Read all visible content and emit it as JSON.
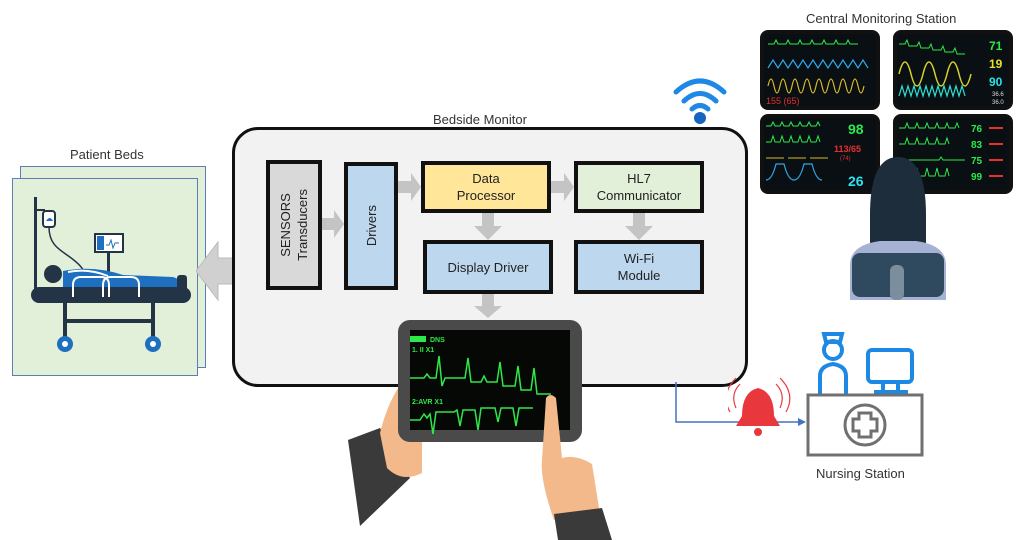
{
  "title": "Bedside monitoring system architecture",
  "patient_beds": {
    "label": "Patient Beds"
  },
  "bedside_monitor": {
    "label": "Bedside Monitor",
    "blocks": {
      "sensors": "SENSORS Transducers",
      "sensors_line1": "SENSORS",
      "sensors_line2": "Transducers",
      "drivers": "Drivers",
      "data_processor_line1": "Data",
      "data_processor_line2": "Processor",
      "hl7_line1": "HL7",
      "hl7_line2": "Communicator",
      "display_driver": "Display Driver",
      "wifi_line1": "Wi-Fi",
      "wifi_line2": "Module"
    }
  },
  "tablet": {
    "header": "DNS",
    "lead1": "1.   II    X1",
    "lead2": "2:AVR   X1"
  },
  "central_monitoring": {
    "label": "Central Monitoring Station",
    "screen1": {
      "bp": "155 (65)"
    },
    "screen2": {
      "values": [
        "71",
        "19",
        "90"
      ],
      "temps": [
        "36.6",
        "36.0"
      ]
    },
    "screen3": {
      "values": [
        "98",
        "113/65",
        "(74)",
        "26"
      ]
    },
    "screen4": {
      "values": [
        "76",
        "83",
        "75",
        "99"
      ]
    }
  },
  "nursing_station": {
    "label": "Nursing Station"
  },
  "colors": {
    "bed_bg": "#e2efd9",
    "block_gray": "#d9d9d9",
    "block_blue": "#bdd7ee",
    "block_yellow": "#ffe699",
    "block_green": "#e2efd9",
    "alarm_red": "#e8383d",
    "icon_blue": "#1e88e5",
    "ecg_green": "#2ee84a"
  }
}
